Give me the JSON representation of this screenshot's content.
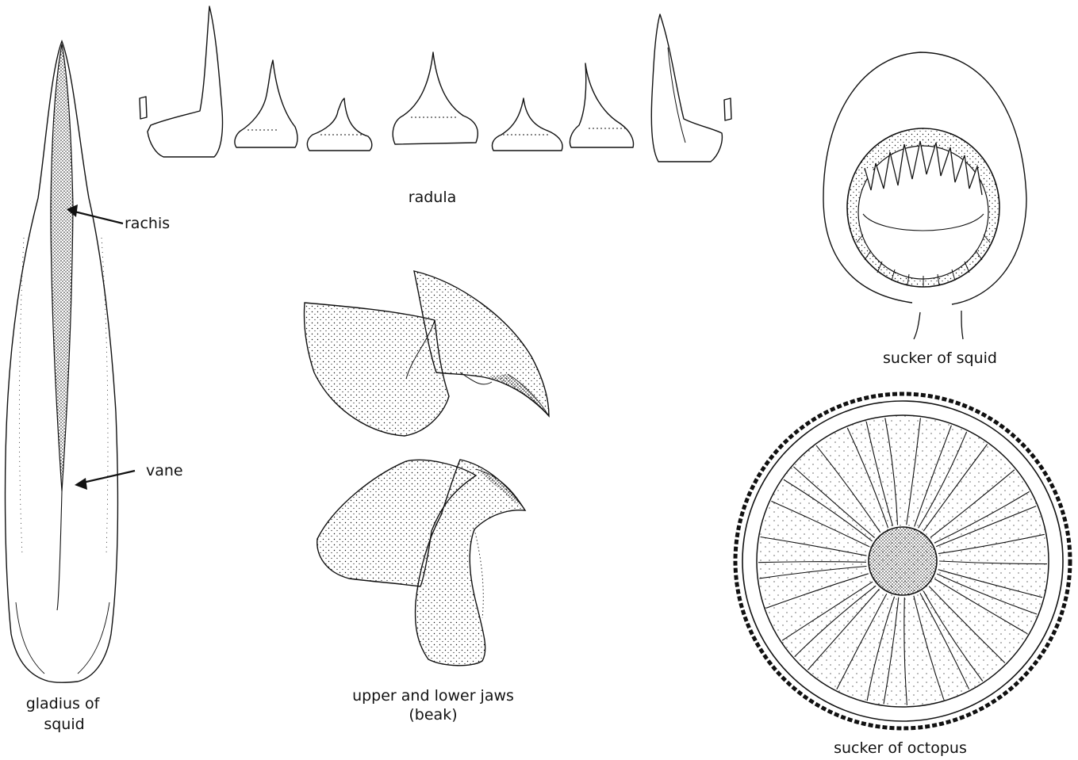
{
  "labels": {
    "rachis": "rachis",
    "vane": "vane",
    "gladius_line1": "gladius of",
    "gladius_line2": "squid",
    "radula": "radula",
    "jaws_line1": "upper and lower jaws",
    "jaws_line2": "(beak)",
    "sucker_squid": "sucker of squid",
    "sucker_octopus": "sucker of octopus"
  },
  "colors": {
    "ink": "#111111",
    "background": "#ffffff"
  }
}
